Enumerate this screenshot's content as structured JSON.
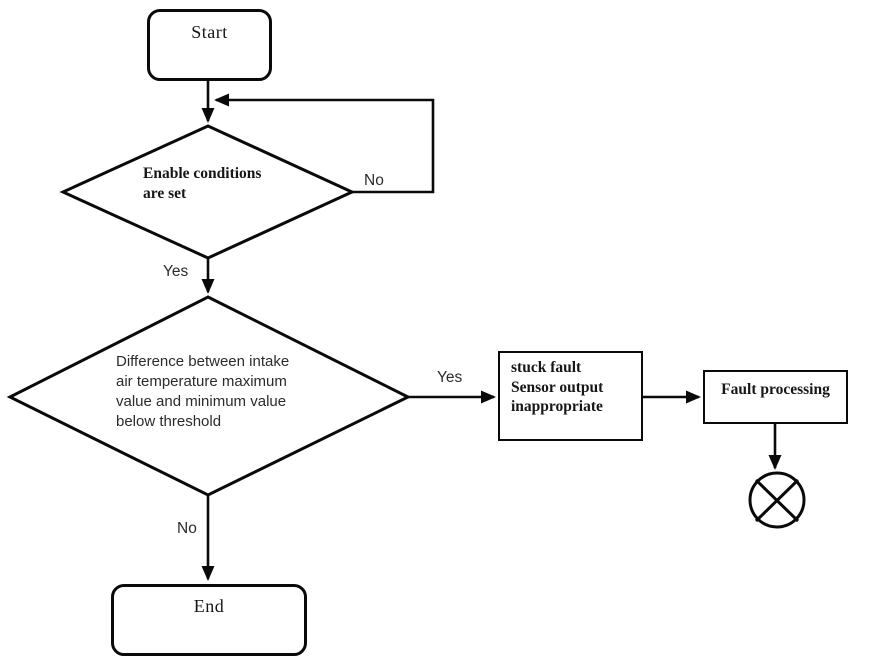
{
  "diagram": {
    "title_semantic": "Intake air temperature sensor stuck-fault detection flowchart",
    "colors": {
      "background": "#ffffff",
      "line": "#0a0a0a",
      "text": "#161616"
    },
    "nodes": {
      "start": {
        "label": "Start"
      },
      "decision_enable": {
        "line1": "Enable conditions",
        "line2": "are set"
      },
      "decision_difference": {
        "line1": "Difference between intake",
        "line2": "air temperature maximum",
        "line3": "value and minimum value",
        "line4": "below threshold"
      },
      "stuck_fault": {
        "line1": "stuck fault",
        "line2": "Sensor output",
        "line3": "inappropriate"
      },
      "fault_processing": {
        "label": "Fault processing"
      },
      "end": {
        "label": "End"
      }
    },
    "edge_labels": {
      "no_loop": "No",
      "yes_enable": "Yes",
      "yes_difference": "Yes",
      "no_difference": "No"
    }
  }
}
